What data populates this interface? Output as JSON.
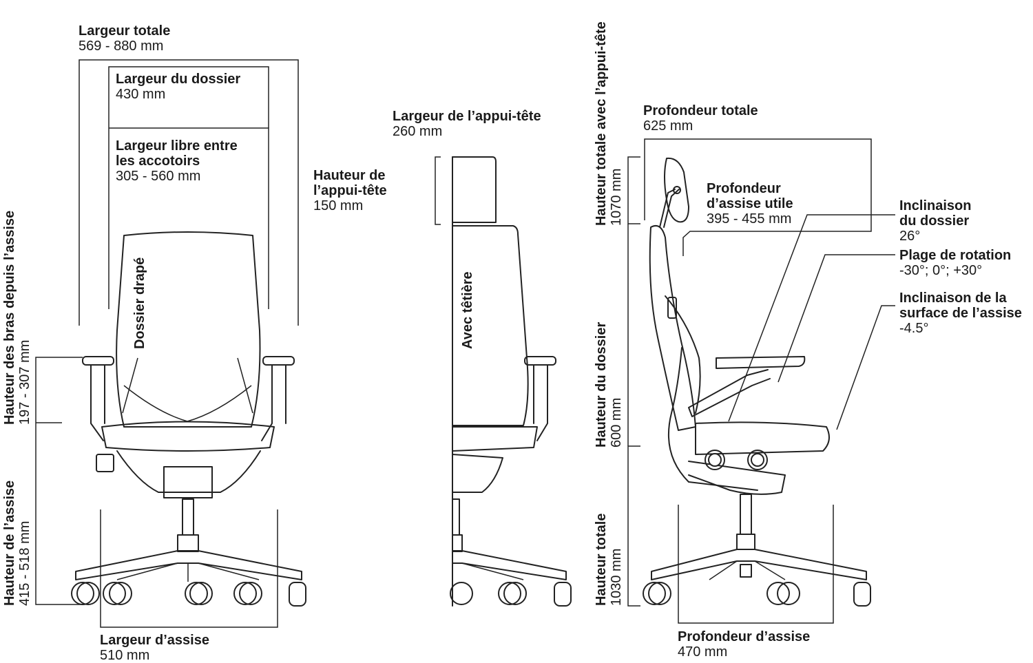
{
  "front": {
    "total_width": {
      "title": "Largeur totale",
      "value": "569 - 880 mm"
    },
    "back_width": {
      "title": "Largeur du dossier",
      "value": "430 mm"
    },
    "arm_clear": {
      "title1": "Largeur libre entre",
      "title2": "les accotoirs",
      "value": "305 - 560 mm"
    },
    "back_label": "Dossier drapé",
    "arm_height": {
      "title": "Hauteur des bras depuis l’assise",
      "value": "197 - 307 mm"
    },
    "seat_height": {
      "title": "Hauteur de l’assise",
      "value": "415 - 518 mm"
    },
    "seat_width": {
      "title": "Largeur d’assise",
      "value": "510 mm"
    }
  },
  "middle": {
    "headrest_width": {
      "title": "Largeur de l’appui-tête",
      "value": "260 mm"
    },
    "headrest_height": {
      "title1": "Hauteur de",
      "title2": "l’appui-tête",
      "value": "150 mm"
    },
    "back_label": "Avec têtière"
  },
  "side": {
    "total_height_headrest": {
      "title": "Hauteur totale avec l’appui-tête",
      "value": "1070 mm"
    },
    "total_depth": {
      "title": "Profondeur totale",
      "value": "625 mm"
    },
    "usable_depth": {
      "title1": "Profondeur",
      "title2": "d’assise utile",
      "value": "395 - 455 mm"
    },
    "back_incline": {
      "title1": "Inclinaison",
      "title2": "du dossier",
      "value": "26°"
    },
    "rotation": {
      "title": "Plage de rotation",
      "value": "-30°; 0°; +30°"
    },
    "seat_incline": {
      "title1": "Inclinaison de la",
      "title2": "surface de l’assise",
      "value": "-4.5°"
    },
    "back_height": {
      "title": "Hauteur du dossier",
      "value": "600 mm"
    },
    "total_height": {
      "title": "Hauteur totale",
      "value": "1030 mm"
    },
    "seat_depth": {
      "title": "Profondeur d’assise",
      "value": "470 mm"
    }
  }
}
